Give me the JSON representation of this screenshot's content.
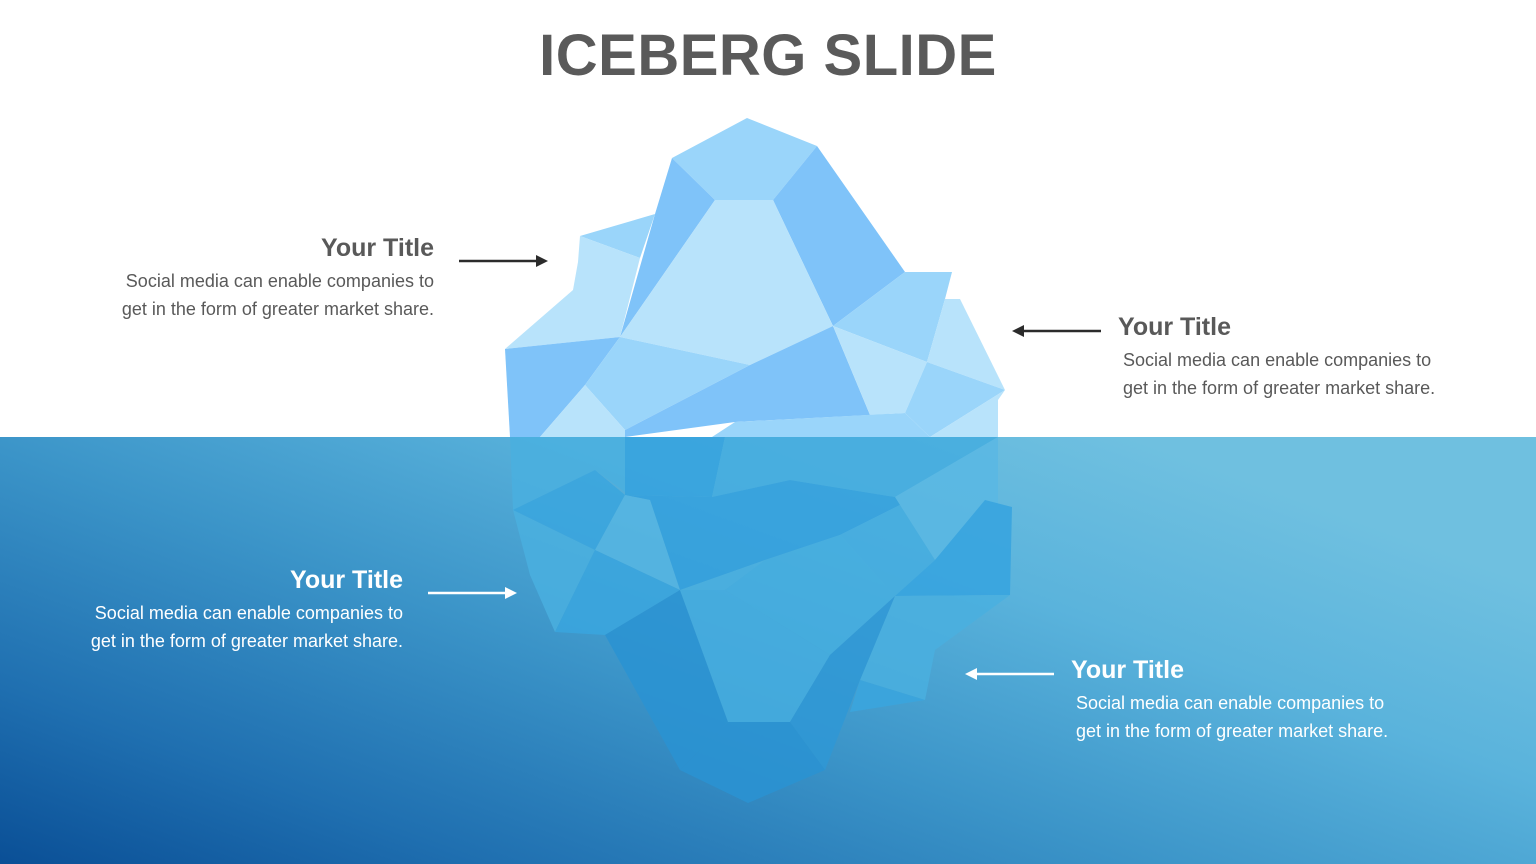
{
  "slide": {
    "title": "ICEBERG SLIDE",
    "colors": {
      "title_text": "#5a5a5a",
      "body_text_dark": "#595959",
      "body_text_light": "#ffffff",
      "water_top": "#6fc0e0",
      "water_bottom_left": "#0a4f96",
      "ice_light": "#b8e3fb",
      "ice_mid": "#9ad5fa",
      "ice_dark": "#7fc3f9",
      "underwater_ice": "#3aa8e0"
    }
  },
  "callouts": [
    {
      "position": "above-water-left",
      "title": "Your Title",
      "body_line1": "Social media can enable companies to",
      "body_line2": "get in the form of greater market share.",
      "arrow": "arrow-right"
    },
    {
      "position": "above-water-right",
      "title": "Your Title",
      "body_line1": "Social media can enable companies to",
      "body_line2": "get in the form of greater market share.",
      "arrow": "arrow-left"
    },
    {
      "position": "below-water-left",
      "title": "Your Title",
      "body_line1": "Social media can enable companies to",
      "body_line2": "get in the form of greater market share.",
      "arrow": "arrow-right"
    },
    {
      "position": "below-water-right",
      "title": "Your Title",
      "body_line1": "Social media can enable companies to",
      "body_line2": "get in the form of greater market share.",
      "arrow": "arrow-left"
    }
  ]
}
